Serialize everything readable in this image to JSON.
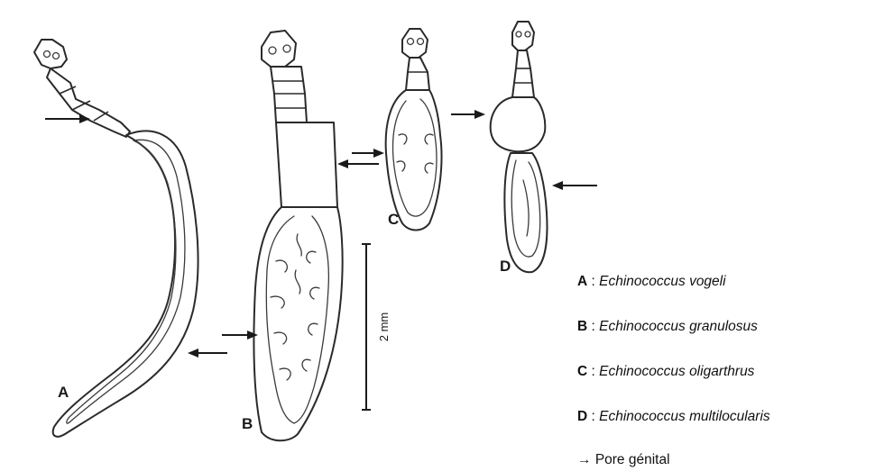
{
  "specimen_labels": [
    "A",
    "B",
    "C",
    "D"
  ],
  "scale_bar": {
    "label": "2 mm"
  },
  "legend": {
    "items": [
      {
        "code": "A",
        "separator": " : ",
        "species": "Echinococcus vogeli"
      },
      {
        "code": "B",
        "separator": " : ",
        "species": "Echinococcus granulosus"
      },
      {
        "code": "C",
        "separator": " : ",
        "species": "Echinococcus oligarthrus"
      },
      {
        "code": "D",
        "separator": " : ",
        "species": "Echinococcus multilocularis"
      }
    ],
    "pore": {
      "symbol": "→",
      "text": "Pore génital"
    }
  }
}
